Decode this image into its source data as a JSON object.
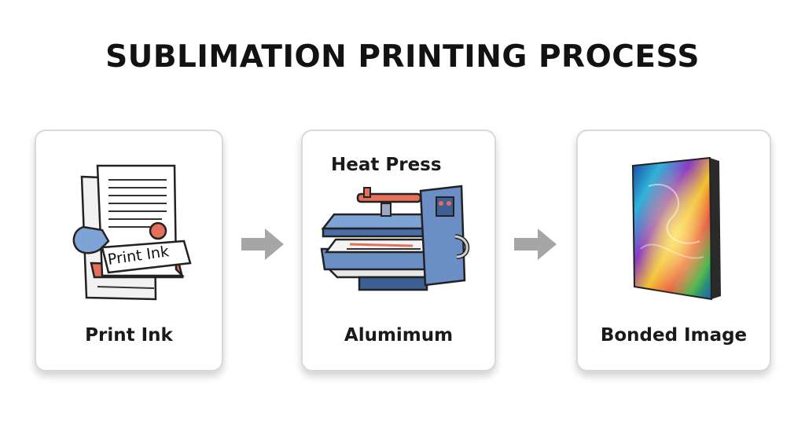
{
  "title": "SUBLIMATION PRINTING PROCESS",
  "steps": [
    {
      "label": "Print Ink",
      "illustration_text": "Print Ink",
      "icon": "paper-document-icon"
    },
    {
      "label": "Alumimum",
      "heading": "Heat Press",
      "icon": "heat-press-icon"
    },
    {
      "label": "Bonded Image",
      "icon": "colorful-panel-icon"
    }
  ],
  "colors": {
    "title": "#121212",
    "card_border": "#d9d9d9",
    "arrow": "#a6a6a6",
    "accent_red": "#e4705a",
    "press_blue": "#6b8fc4",
    "press_dark": "#3e5f93",
    "hand_blue": "#7ea3d6"
  }
}
